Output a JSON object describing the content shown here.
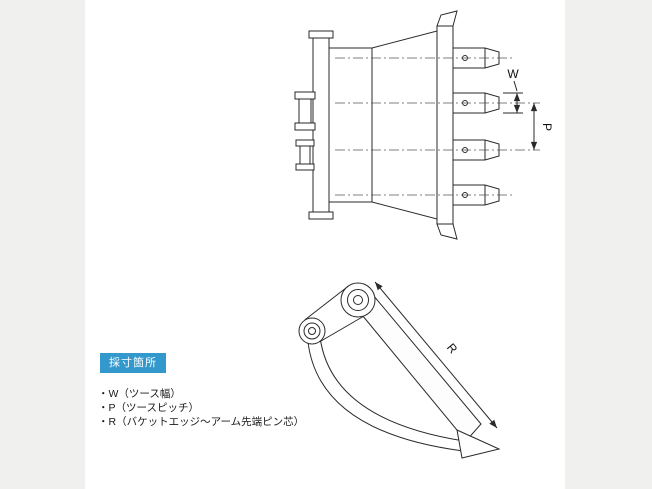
{
  "colors": {
    "page_bg": "#f0f0ef",
    "panel_bg": "#ffffff",
    "badge_bg": "#3399cc",
    "line": "#2a2a2a"
  },
  "badge": {
    "label": "採寸箇所"
  },
  "dimensions": {
    "w": "W",
    "p": "P",
    "r": "R"
  },
  "legend": {
    "items": [
      "・W（ツース幅）",
      "・P（ツースピッチ）",
      "・R（バケットエッジ～アーム先端ピン芯）"
    ]
  }
}
